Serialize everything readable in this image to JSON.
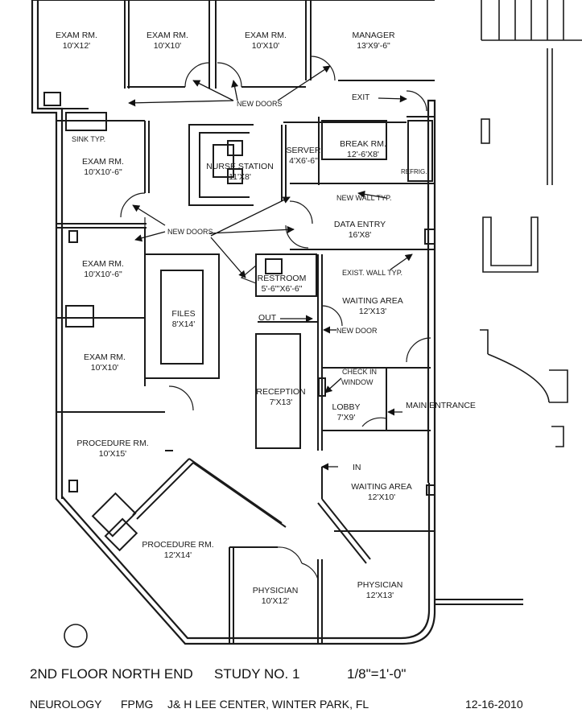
{
  "rooms": [
    {
      "name": "EXAM RM.",
      "dim": "10'X12'"
    },
    {
      "name": "EXAM RM.",
      "dim": "10'X10'"
    },
    {
      "name": "EXAM RM.",
      "dim": "10'X10'"
    },
    {
      "name": "MANAGER",
      "dim": "13'X9'-6\""
    },
    {
      "name": "EXAM RM.",
      "dim": "10'X10'-6\""
    },
    {
      "name": "NURSE STATION",
      "dim": "11'X8'"
    },
    {
      "name": "SERVER",
      "dim": "4'X6'-6\""
    },
    {
      "name": "BREAK RM.",
      "dim": "12'-6'X8'"
    },
    {
      "name": "DATA ENTRY",
      "dim": "16'X8'"
    },
    {
      "name": "EXAM RM.",
      "dim": "10'X10'-6\""
    },
    {
      "name": "RESTROOM",
      "dim": "5'-6\"'X6'-6\""
    },
    {
      "name": "WAITING AREA",
      "dim": "12'X13'"
    },
    {
      "name": "FILES",
      "dim": "8'X14'"
    },
    {
      "name": "EXAM RM.",
      "dim": "10'X10'"
    },
    {
      "name": "RECEPTION",
      "dim": "7'X13'"
    },
    {
      "name": "LOBBY",
      "dim": "7'X9'"
    },
    {
      "name": "PROCEDURE RM.",
      "dim": "10'X15'"
    },
    {
      "name": "WAITING AREA",
      "dim": "12'X10'"
    },
    {
      "name": "PROCEDURE RM.",
      "dim": "12'X14'"
    },
    {
      "name": "PHYSICIAN",
      "dim": "10'X12'"
    },
    {
      "name": "PHYSICIAN",
      "dim": "12'X13'"
    }
  ],
  "notes": {
    "new_doors_top": "NEW DOORS",
    "exit": "EXIT",
    "sink": "SINK TYP.",
    "refrig": "REFRIG.",
    "new_wall": "NEW WALL TYP.",
    "new_doors_mid": "NEW DOORS",
    "exist_wall": "EXIST. WALL TYP.",
    "out": "OUT",
    "new_door": "NEW DOOR",
    "check_in_1": "CHECK IN",
    "check_in_2": "WINDOW",
    "main_entrance": "MAIN ENTRANCE",
    "in": "IN"
  },
  "footer": {
    "title": "2ND FLOOR NORTH END",
    "study": "STUDY NO. 1",
    "scale": "1/8\"=1'-0\"",
    "department": "NEUROLOGY",
    "org": "FPMG",
    "location": "J& H LEE CENTER,  WINTER PARK, FL",
    "date": "12-16-2010"
  }
}
